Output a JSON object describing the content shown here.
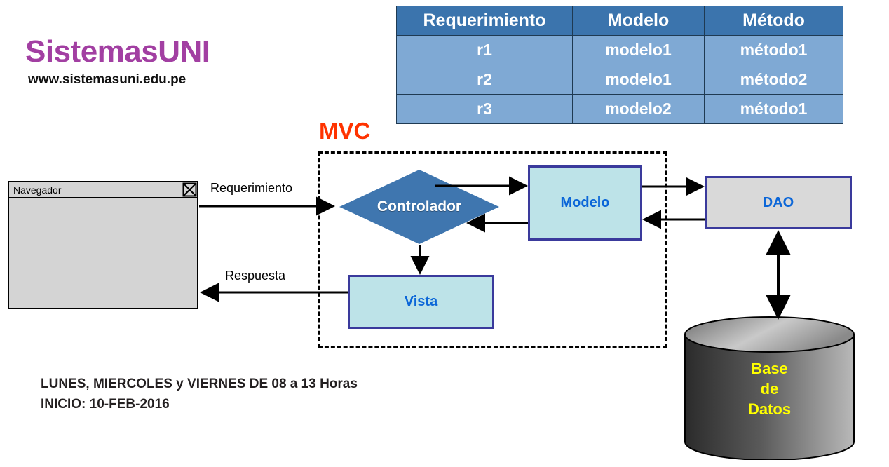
{
  "brand": {
    "title": "SistemasUNI",
    "url": "www.sistemasuni.edu.pe",
    "title_color": "#a23fa2"
  },
  "table": {
    "headers": [
      "Requerimiento",
      "Modelo",
      "Método"
    ],
    "rows": [
      [
        "r1",
        "modelo1",
        "método1"
      ],
      [
        "r2",
        "modelo1",
        "método2"
      ],
      [
        "r3",
        "modelo2",
        "método1"
      ]
    ],
    "header_bg": "#3b74ad",
    "row_bg": "#7fa9d4",
    "text_color": "#ffffff"
  },
  "diagram": {
    "group_label": "MVC",
    "group_label_color": "#ff3300",
    "browser": {
      "title": "Navegador",
      "close_icon": "close-x-icon"
    },
    "nodes": {
      "controlador": "Controlador",
      "modelo": "Modelo",
      "vista": "Vista",
      "dao": "DAO",
      "database": "Base\nde\nDatos",
      "database_line1": "Base",
      "database_line2": "de",
      "database_line3": "Datos"
    },
    "edges": {
      "requerimiento": "Requerimiento",
      "respuesta": "Respuesta"
    },
    "colors": {
      "diamond": "#3f76af",
      "box_border": "#3a3a9c",
      "box_fill": "#bde3e8",
      "dao_fill": "#d9d9d9",
      "node_text": "#0b66d8",
      "db_text": "#ffff00",
      "browser_fill": "#d4d4d4"
    }
  },
  "footer": {
    "line1": "LUNES, MIERCOLES y VIERNES DE 08 a 13 Horas",
    "line2": "INICIO: 10-FEB-2016"
  }
}
